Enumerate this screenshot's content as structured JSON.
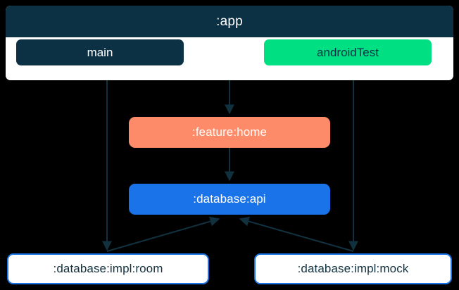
{
  "diagram": {
    "type": "module-dependency-graph",
    "background_color": "#000000",
    "container": {
      "label": ":app",
      "header_color": "#0c3144",
      "body_color": "#ffffff",
      "source_sets": [
        {
          "label": "main",
          "fill": "#0c3144",
          "text_color": "#ffffff"
        },
        {
          "label": "androidTest",
          "fill": "#00e083",
          "text_color": "#0c3144"
        }
      ]
    },
    "nodes": [
      {
        "id": "feature-home",
        "label": ":feature:home",
        "fill": "#fd8b69",
        "text_color": "#ffffff"
      },
      {
        "id": "database-api",
        "label": ":database:api",
        "fill": "#1a73e8",
        "text_color": "#ffffff"
      },
      {
        "id": "impl-room",
        "label": ":database:impl:room",
        "fill": "#ffffff",
        "text_color": "#12313f",
        "border_color": "#1a73e8"
      },
      {
        "id": "impl-mock",
        "label": ":database:impl:mock",
        "fill": "#ffffff",
        "text_color": "#12313f",
        "border_color": "#1a73e8"
      }
    ],
    "edges": [
      {
        "from": ":app",
        "to": ":feature:home"
      },
      {
        "from": "main",
        "to": ":database:impl:room"
      },
      {
        "from": "androidTest",
        "to": ":database:impl:mock"
      },
      {
        "from": ":feature:home",
        "to": ":database:api"
      },
      {
        "from": ":database:impl:room",
        "to": ":database:api"
      },
      {
        "from": ":database:impl:mock",
        "to": ":database:api"
      }
    ],
    "edge_color": "#12313f"
  }
}
